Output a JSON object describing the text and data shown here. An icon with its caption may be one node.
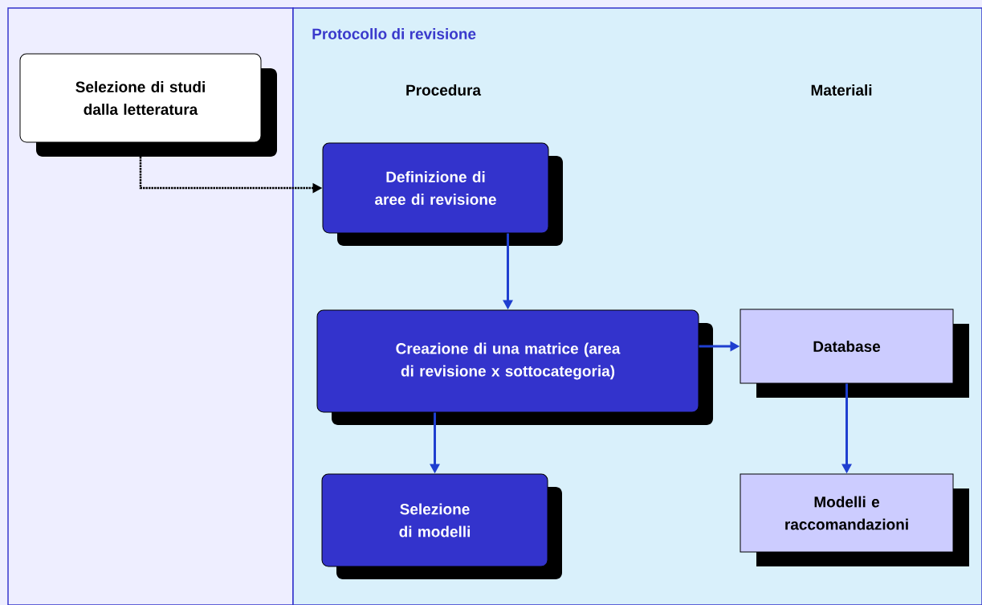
{
  "diagram": {
    "nodes": [
      {
        "text": [
          "Selezione di studi dalla letteratura"
        ]
      },
      {
        "text": [
          "Protocollo di revisione"
        ]
      },
      {
        "text": [
          "Definizione di aree di revisione"
        ],
        "in": 1
      },
      {
        "text": [
          "Creazione di una matrice (area di revisione x sottocategoria)"
        ],
        "in": 1
      },
      {
        "text": [
          "Database"
        ],
        "in": 1
      },
      {
        "text": [
          "Selezione di modelli"
        ],
        "in": 1
      },
      {
        "text": [
          "Modelli e raccomandazioni"
        ],
        "in": 1
      }
    ],
    "edges": [
      {
        "from": 0,
        "to": 2,
        "arrow": "to",
        "style": "dashed",
        "color": "#000000"
      },
      {
        "from": 2,
        "to": 3,
        "arrow": "to"
      },
      {
        "from": 3,
        "to": 4,
        "arrow": "to"
      },
      {
        "from": 3,
        "to": 5,
        "arrow": "to"
      },
      {
        "from": 4,
        "to": 6,
        "arrow": "to"
      }
    ],
    "labels": [
      "Procedura",
      "Materiali"
    ]
  }
}
